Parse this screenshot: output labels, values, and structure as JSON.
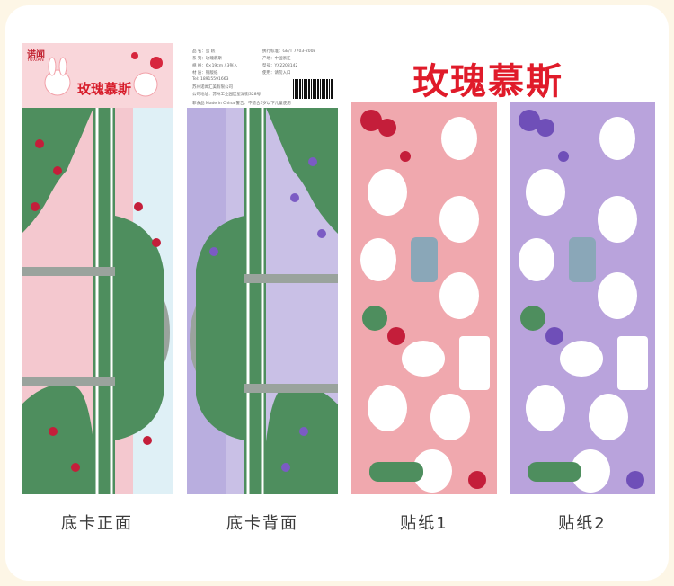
{
  "heading": "玫瑰慕斯",
  "card_front": {
    "brand": "诺闻",
    "brand_sub": "YUXIAN",
    "title": "玫瑰慕斯"
  },
  "card_back": {
    "info": [
      "品 名：蛋 糕",
      "系 列：玫瑰慕斯",
      "规 格：6×19cm / 3张入",
      "材 质：铜版纸",
      "Tel: 18915591663",
      "苏州诺闻汇美有限公司",
      "公司地址：苏州工业园区星湖街328号"
    ],
    "info_right": [
      "执行标准：GB/T 7703-2008",
      "产地：中国浙江",
      "型号：YX2208142",
      "使用：请勿入口"
    ],
    "warning": "非食品 Made in China 警告：不适合3岁以下儿童使用"
  },
  "captions": [
    "底卡正面",
    "底卡背面",
    "贴纸1",
    "贴纸2"
  ],
  "colors": {
    "accent": "#e01b2a",
    "pink": "#f4c8cf",
    "lavender": "#c9c0e6",
    "green": "#4e8e5e"
  }
}
